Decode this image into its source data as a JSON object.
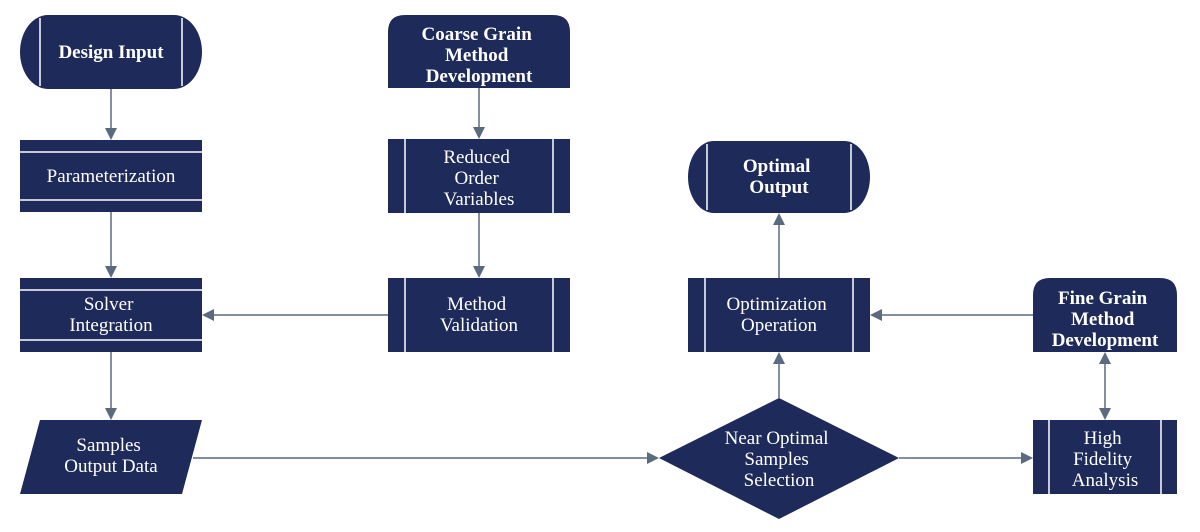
{
  "nodes": {
    "design_input": [
      "Design Input"
    ],
    "coarse_grain": [
      "Coarse Grain",
      "Method",
      "Development"
    ],
    "parameterization": [
      "Parameterization"
    ],
    "reduced_order": [
      "Reduced",
      "Order",
      "Variables"
    ],
    "optimal_output": [
      "Optimal",
      "Output"
    ],
    "solver_integration": [
      "Solver",
      "Integration"
    ],
    "method_validation": [
      "Method",
      "Validation"
    ],
    "optimization_operation": [
      "Optimization",
      "Operation"
    ],
    "fine_grain": [
      "Fine Grain",
      "Method",
      "Development"
    ],
    "samples_output": [
      "Samples",
      "Output Data"
    ],
    "near_optimal": [
      "Near Optimal",
      "Samples",
      "Selection"
    ],
    "high_fidelity": [
      "High",
      "Fidelity",
      "Analysis"
    ]
  },
  "colors": {
    "node_fill": "#1e2a5a",
    "edge": "#5a6a80",
    "text": "#ffffff"
  }
}
